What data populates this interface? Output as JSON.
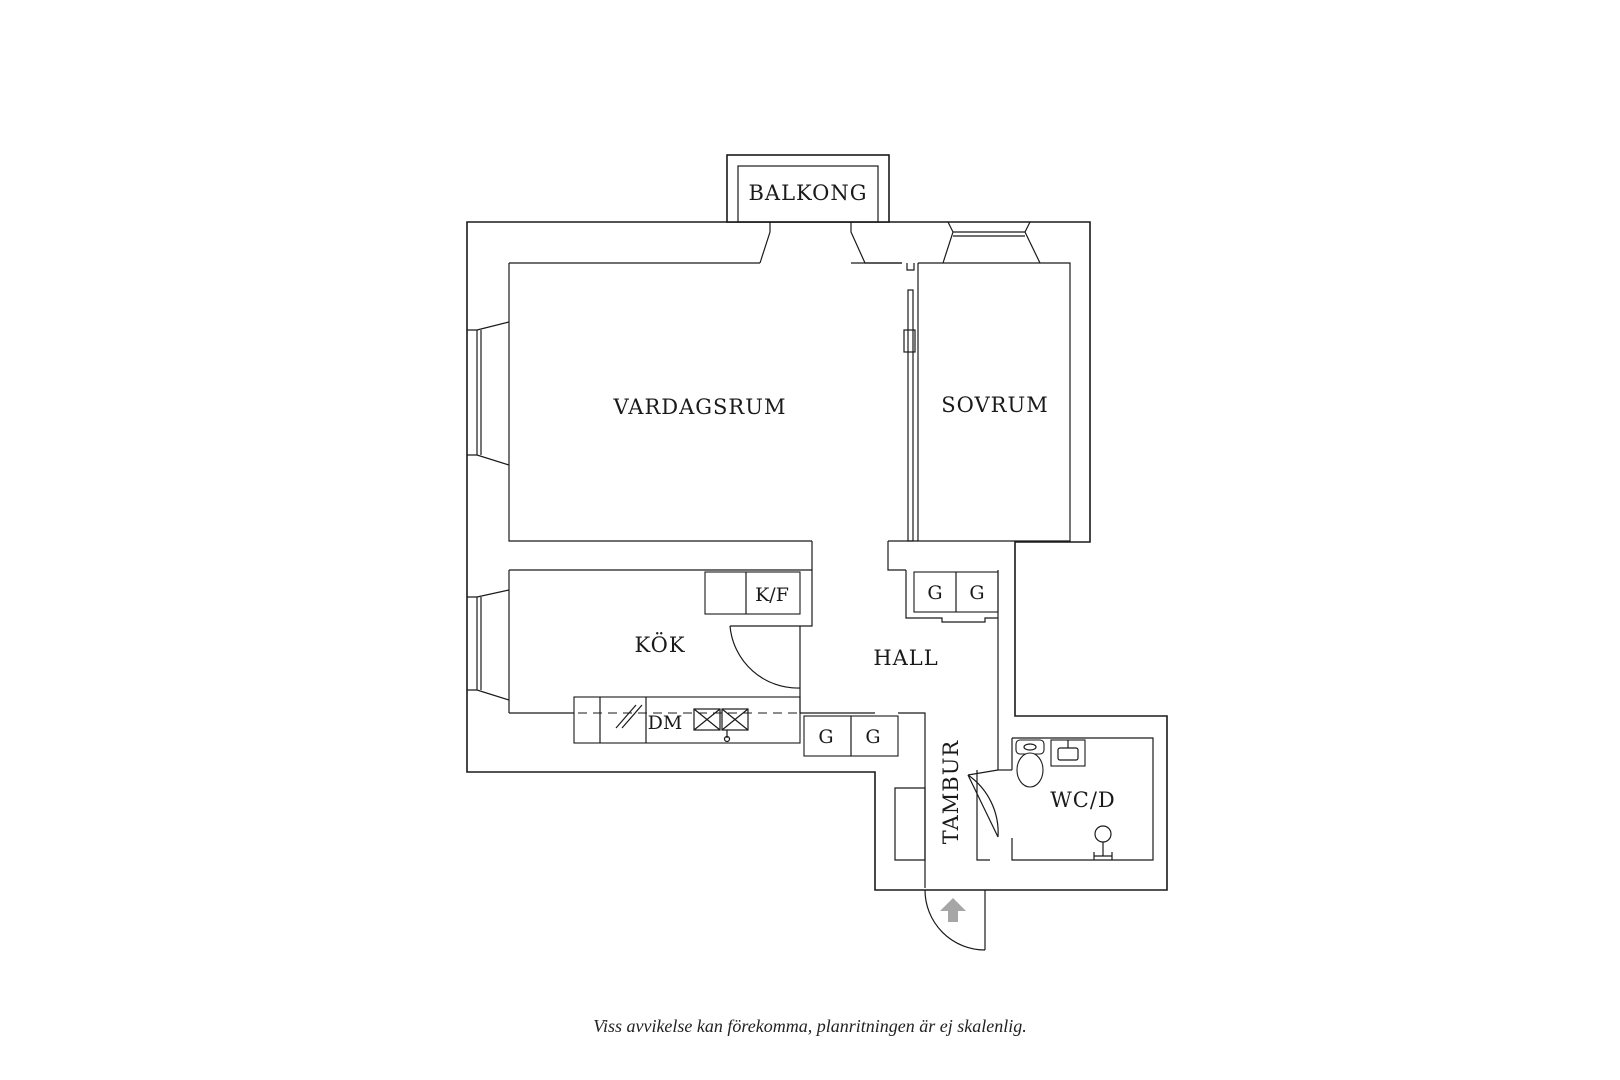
{
  "rooms": {
    "balkong": "BALKONG",
    "vardagsrum": "VARDAGSRUM",
    "sovrum": "SOVRUM",
    "kok": "KÖK",
    "hall": "HALL",
    "tambur": "TAMBUR",
    "wcd": "WC/D"
  },
  "fixtures": {
    "kf": "K/F",
    "dm": "DM",
    "wardrobe": "G"
  },
  "icons": {
    "entrance": "entrance-arrow-icon"
  },
  "colors": {
    "line": "#1a1a1a",
    "arrow": "#a6a6a6",
    "background": "#ffffff"
  },
  "disclaimer": "Viss avvikelse kan förekomma, planritningen är ej skalenlig."
}
